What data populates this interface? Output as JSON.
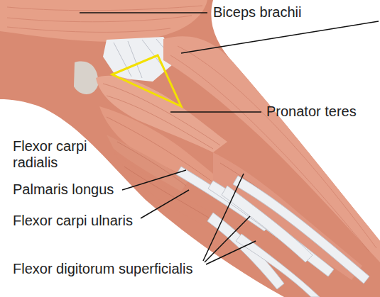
{
  "diagram": {
    "labels": [
      "Biceps brachii",
      "Pronator teres",
      "Flexor carpi radialis",
      "Palmaris longus",
      "Flexor carpi ulnaris",
      "Flexor digitorum superficialis"
    ]
  }
}
